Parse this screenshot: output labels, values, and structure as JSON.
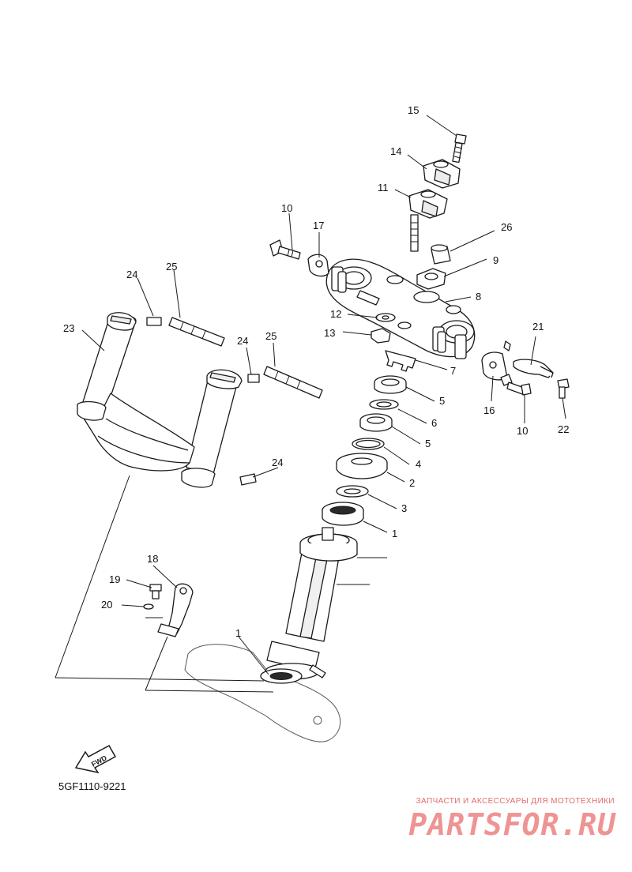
{
  "diagram": {
    "part_numbers": {
      "p1": "1",
      "p1b": "1",
      "p2": "2",
      "p3": "3",
      "p4": "4",
      "p5": "5",
      "p5b": "5",
      "p6": "6",
      "p7": "7",
      "p8": "8",
      "p9": "9",
      "p10": "10",
      "p10b": "10",
      "p11": "11",
      "p12": "12",
      "p13": "13",
      "p14": "14",
      "p15": "15",
      "p16": "16",
      "p17": "17",
      "p18": "18",
      "p19": "19",
      "p20": "20",
      "p21": "21",
      "p22": "22",
      "p23": "23",
      "p24": "24",
      "p24b": "24",
      "p24c": "24",
      "p25": "25",
      "p25b": "25",
      "p26": "26"
    },
    "fwd_label": "FWD",
    "drawing_code": "5GF1110-9221"
  },
  "watermark": {
    "tagline": "ЗАПЧАСТИ И АКСЕССУАРЫ ДЛЯ МОТОТЕХНИКИ",
    "logo": "PARTSFOR.RU",
    "color": "#e23c3c"
  }
}
